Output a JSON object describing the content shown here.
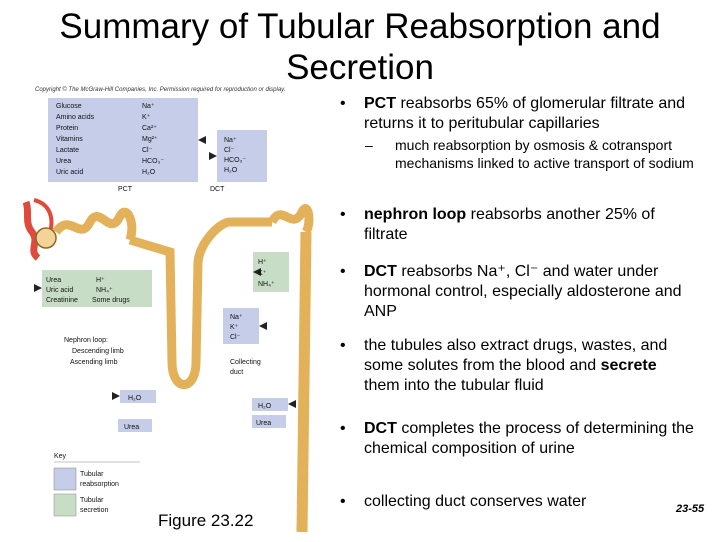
{
  "title": "Summary of Tubular Reabsorption and Secretion",
  "copyright": "Copyright © The McGraw-Hill Companies, Inc. Permission required for reproduction or display.",
  "figure": {
    "caption": "Figure 23.22",
    "pct_list_a": [
      "Glucose",
      "Amino acids",
      "Protein",
      "Vitamins",
      "Lactate",
      "Urea",
      "Uric acid"
    ],
    "pct_list_b": [
      "Na⁺",
      "K⁺",
      "Ca²⁺",
      "Mg²⁺",
      "Cl⁻",
      "HCO₃⁻",
      "H₂O"
    ],
    "dct_list": [
      "Na⁺",
      "Cl⁻",
      "HCO₃⁻",
      "H₂O"
    ],
    "pct_label": "PCT",
    "dct_label": "DCT",
    "dct_secretion": [
      "H⁺",
      "K⁺",
      "NH₄⁺"
    ],
    "pct_secretion_a": [
      "Urea",
      "Uric acid",
      "Creatinine"
    ],
    "pct_secretion_b": [
      "H⁺",
      "NH₄⁺",
      "Some drugs"
    ],
    "collecting_ions": [
      "Na⁺",
      "K⁺",
      "Cl⁻"
    ],
    "loop_label": [
      "Nephron loop:",
      "Descending limb",
      "Ascending limb"
    ],
    "collecting_label": [
      "Collecting",
      "duct"
    ],
    "h2o_left": "H₂O",
    "h2o_right": "H₂O",
    "urea_left": "Urea",
    "urea_right": "Urea",
    "key_title": "Key",
    "key_reabsorption": [
      "Tubular",
      "reabsorption"
    ],
    "key_secretion": [
      "Tubular",
      "secretion"
    ],
    "colors": {
      "reabsorption": "#c6cde8",
      "secretion": "#c8ddc6",
      "tubule": "#f3d39a",
      "vessel": "#e04a3c"
    }
  },
  "bullets": [
    {
      "strong": "PCT",
      "rest": " reabsorbs 65% of glomerular filtrate and returns it to peritubular capillaries"
    },
    {
      "sub": "much reabsorption by osmosis & cotransport mechanisms linked to active transport of sodium"
    },
    {
      "strong": "nephron loop",
      "rest": " reabsorbs another 25% of filtrate"
    },
    {
      "strong": "DCT",
      "rest": " reabsorbs Na⁺, Cl⁻ and water under hormonal control, especially aldosterone and ANP"
    },
    {
      "pre": "the tubules also extract drugs, wastes, and some solutes from the blood and ",
      "strong": "secrete",
      "rest": " them into the tubular fluid"
    },
    {
      "strong": "DCT",
      "rest": " completes the process of determining the chemical composition of urine"
    },
    {
      "pre": "collecting duct conserves water"
    }
  ],
  "bullet_glyph": "•",
  "dash_glyph": "–",
  "slide_number": "23-55"
}
